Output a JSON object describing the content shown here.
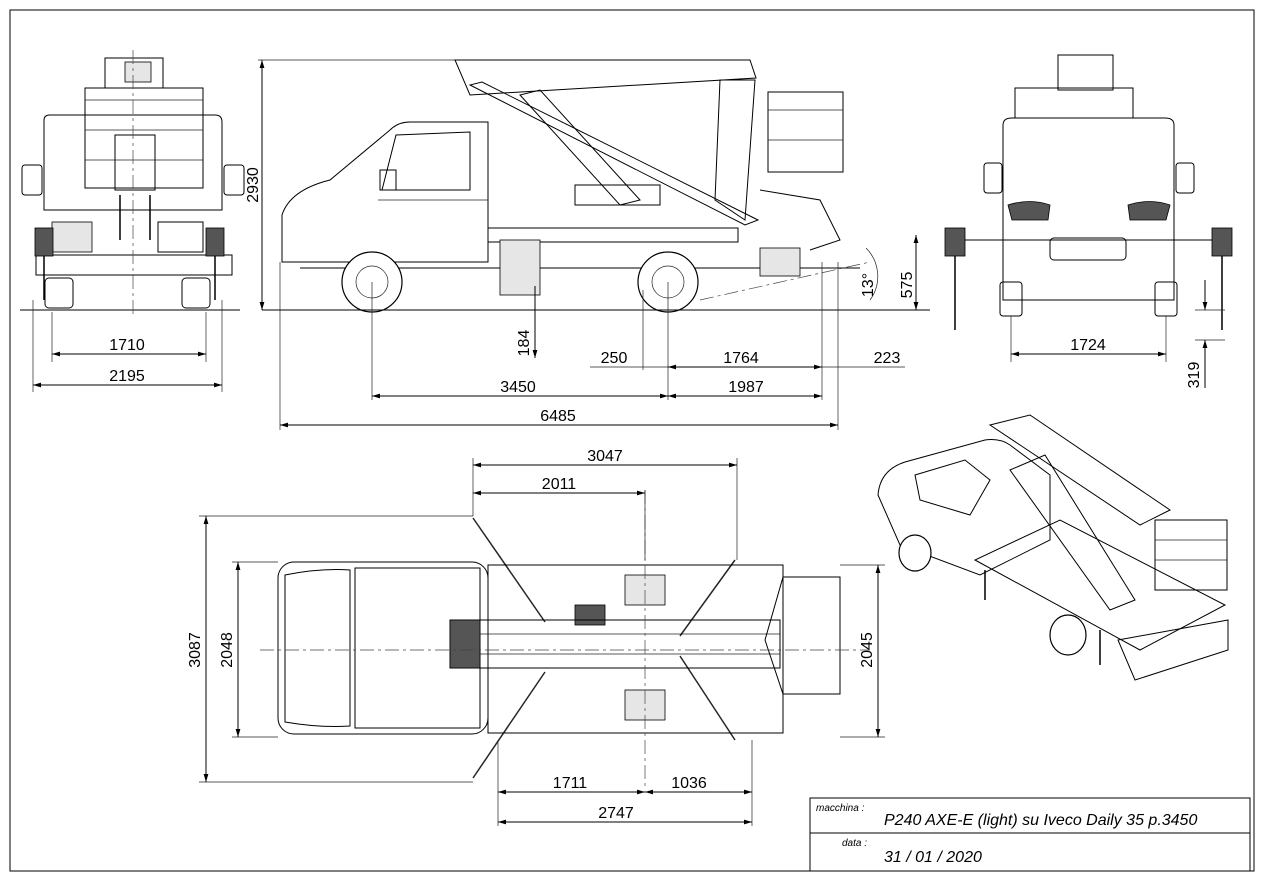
{
  "dimensions": {
    "front_track": "1710",
    "front_width": "2195",
    "height": "2930",
    "ground_clearance": "184",
    "d250": "250",
    "d1764": "1764",
    "d223": "223",
    "wheelbase": "3450",
    "d1987": "1987",
    "total_length": "6485",
    "d575": "575",
    "angle": "13°",
    "rear_stabilizer_spread": "1724",
    "stabilizer_stroke": "319",
    "top_3047": "3047",
    "top_2011": "2011",
    "outrigger_span": "3087",
    "body_width": "2048",
    "platform_width": "2045",
    "top_1711": "1711",
    "top_1036": "1036",
    "top_2747": "2747"
  },
  "title_block": {
    "machine_label": "macchina :",
    "machine_value": "P240 AXE-E (light) su Iveco Daily 35 p.3450",
    "date_label": "data :",
    "date_value": "31 / 01 / 2020"
  }
}
